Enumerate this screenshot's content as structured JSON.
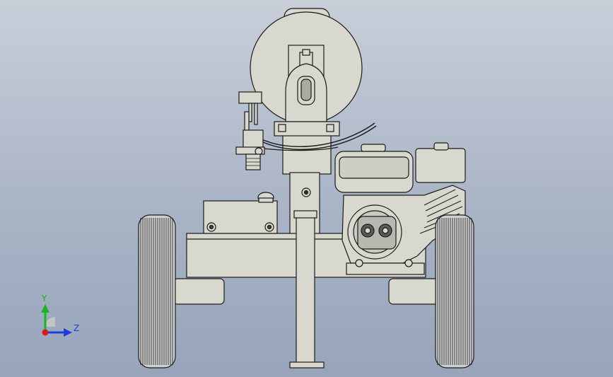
{
  "viewport": {
    "background_top": "#c9cfd9",
    "background_bottom": "#97a4ba"
  },
  "model": {
    "description_icon": "log-splitter-assembly-front-view",
    "part_color": "#d9d8cf",
    "edge_color": "#1a1a1a"
  },
  "triad": {
    "y_label": "Y",
    "z_label": "Z",
    "y_color": "#18b818",
    "z_color": "#1c3fd6",
    "origin_color": "#d81c1c"
  }
}
